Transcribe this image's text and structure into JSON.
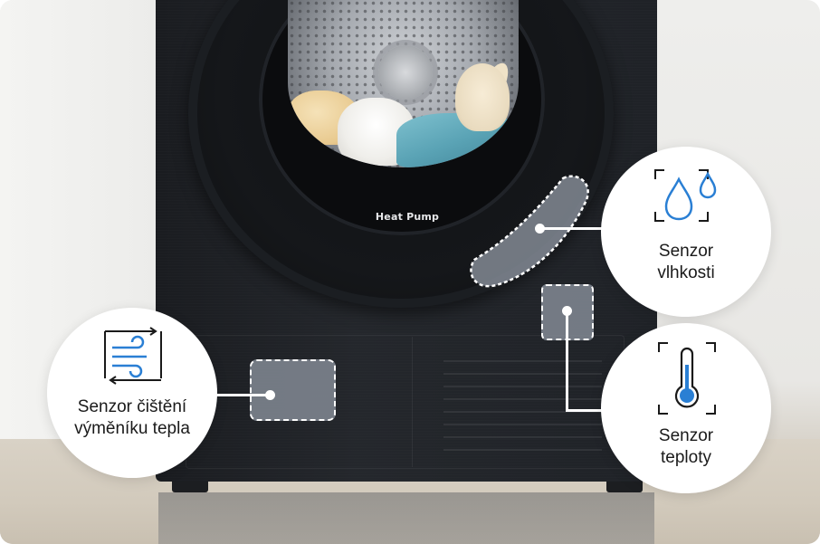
{
  "product": {
    "door_badge": "Heat Pump"
  },
  "callouts": [
    {
      "id": "humidity",
      "title_line1": "Senzor",
      "title_line2": "vlhkosti",
      "icon": "water-drops-icon"
    },
    {
      "id": "temperature",
      "title_line1": "Senzor",
      "title_line2": "teploty",
      "icon": "thermometer-icon"
    },
    {
      "id": "heat-exchanger",
      "title_line1": "Senzor čištění",
      "title_line2": "výměníku tepla",
      "icon": "airflow-icon"
    }
  ],
  "colors": {
    "accent": "#2a7fd4",
    "sensor_fill": "#828a94",
    "dryer_body": "#1f2227"
  }
}
